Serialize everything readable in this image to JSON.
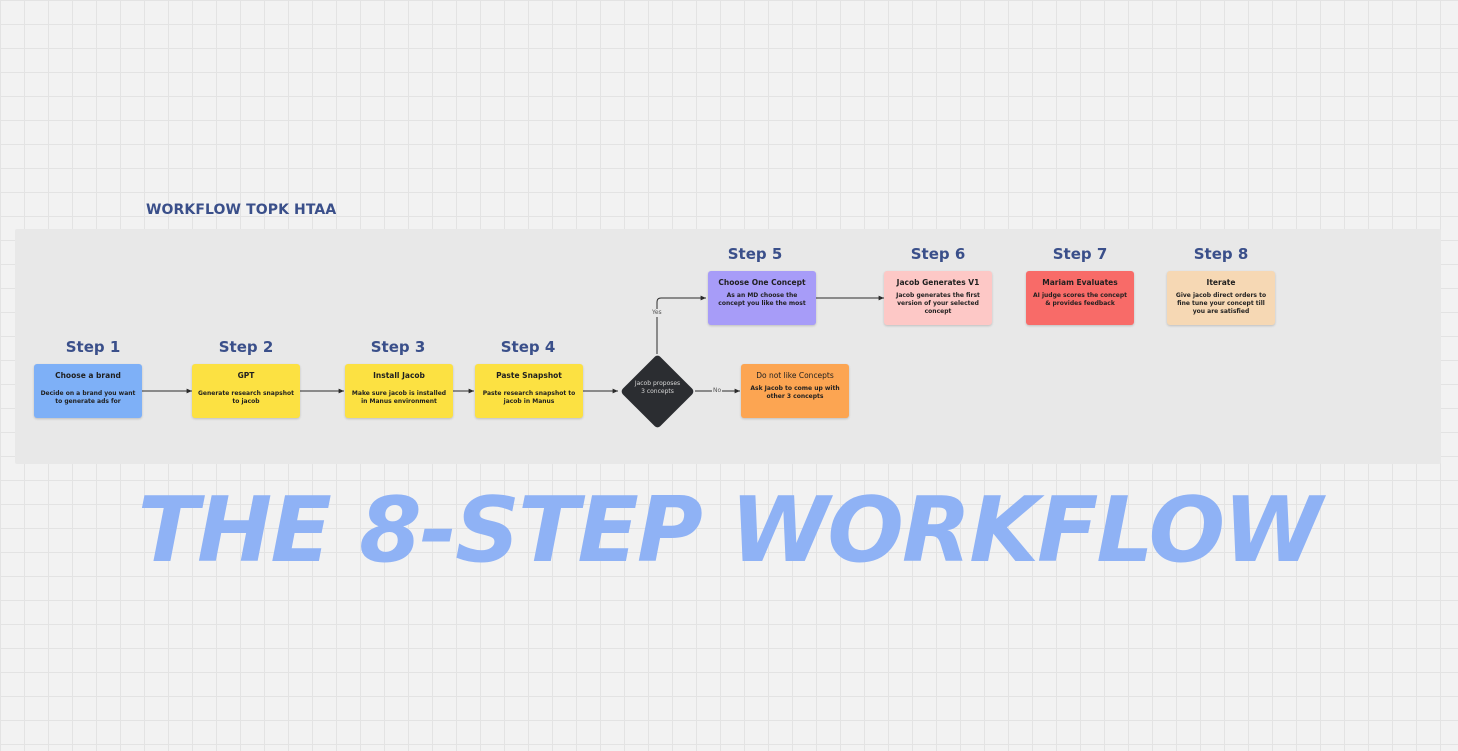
{
  "frame": {
    "title": "WORKFLOW TOPK HTAA"
  },
  "steps": [
    {
      "label": "Step 1",
      "title": "Choose a brand",
      "desc": "Decide on a brand you want to generate ads for",
      "color": "#7eb0f7"
    },
    {
      "label": "Step 2",
      "title": "GPT",
      "desc": "Generate research snapshot to jacob",
      "color": "#fce142"
    },
    {
      "label": "Step 3",
      "title": "Install Jacob",
      "desc": "Make sure jacob is installed in Manus environment",
      "color": "#fce142"
    },
    {
      "label": "Step 4",
      "title": "Paste Snapshot",
      "desc": "Paste research snapshot to jacob in Manus",
      "color": "#fce142"
    },
    {
      "label": "Step 5",
      "title": "Choose One Concept",
      "desc": "As an MD choose the concept you like the most",
      "color": "#a79cf8"
    },
    {
      "label": "Step 6",
      "title": "Jacob Generates V1",
      "desc": "Jacob generates the first version of your selected concept",
      "color": "#fdc8c6"
    },
    {
      "label": "Step 7",
      "title": "Mariam Evaluates",
      "desc": "AI judge scores the concept & provides feedback",
      "color": "#f86b68"
    },
    {
      "label": "Step 8",
      "title": "Iterate",
      "desc": "Give jacob direct orders to fine tune your concept till you are satisfied",
      "color": "#f6d8b4"
    }
  ],
  "decision": {
    "text": "Jacob proposes 3 concepts",
    "color": "#2b2d31",
    "yes_label": "Yes",
    "no_label": "No"
  },
  "alternative": {
    "title": "Do not like Concepts",
    "desc": "Ask Jacob to come up with other 3 concepts",
    "color": "#fca552"
  },
  "headline": "THE 8-STEP WORKFLOW"
}
